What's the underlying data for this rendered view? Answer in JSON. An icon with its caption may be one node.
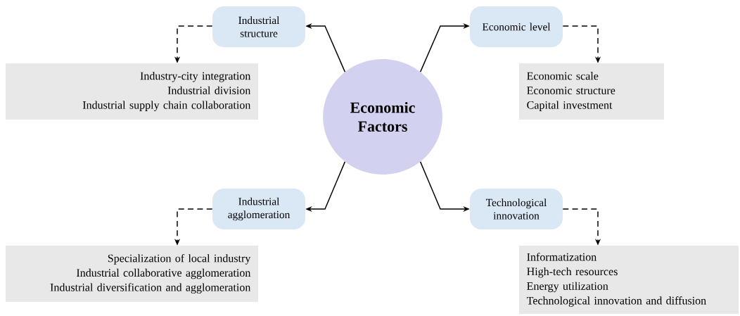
{
  "diagram": {
    "nodes": [
      {
        "text": [
          "Economic Factors"
        ]
      },
      {
        "text": [
          "Industrial structure"
        ]
      },
      {
        "text": [
          "Industry-city integration",
          "Industrial division",
          "Industrial supply chain collaboration"
        ]
      },
      {
        "text": [
          "Economic level"
        ]
      },
      {
        "text": [
          "Economic scale",
          "Economic structure",
          "Capital investment"
        ]
      },
      {
        "text": [
          "Industrial agglomeration"
        ]
      },
      {
        "text": [
          "Specialization of local industry",
          "Industrial collaborative agglomeration",
          "Industrial diversification and agglomeration"
        ]
      },
      {
        "text": [
          "Technological innovation"
        ]
      },
      {
        "text": [
          "Informatization",
          "High-tech resources",
          "Energy utilization",
          "Technological innovation and diffusion"
        ]
      }
    ],
    "edges": [
      {
        "from": 0,
        "to": 1,
        "arrow": "to"
      },
      {
        "from": 0,
        "to": 3,
        "arrow": "to"
      },
      {
        "from": 0,
        "to": 5,
        "arrow": "to"
      },
      {
        "from": 0,
        "to": 7,
        "arrow": "to"
      },
      {
        "from": 1,
        "to": 2,
        "arrow": "to",
        "style": "dashed"
      },
      {
        "from": 3,
        "to": 4,
        "arrow": "to",
        "style": "dashed"
      },
      {
        "from": 5,
        "to": 6,
        "arrow": "to",
        "style": "dashed"
      },
      {
        "from": 7,
        "to": 8,
        "arrow": "to",
        "style": "dashed"
      }
    ]
  }
}
